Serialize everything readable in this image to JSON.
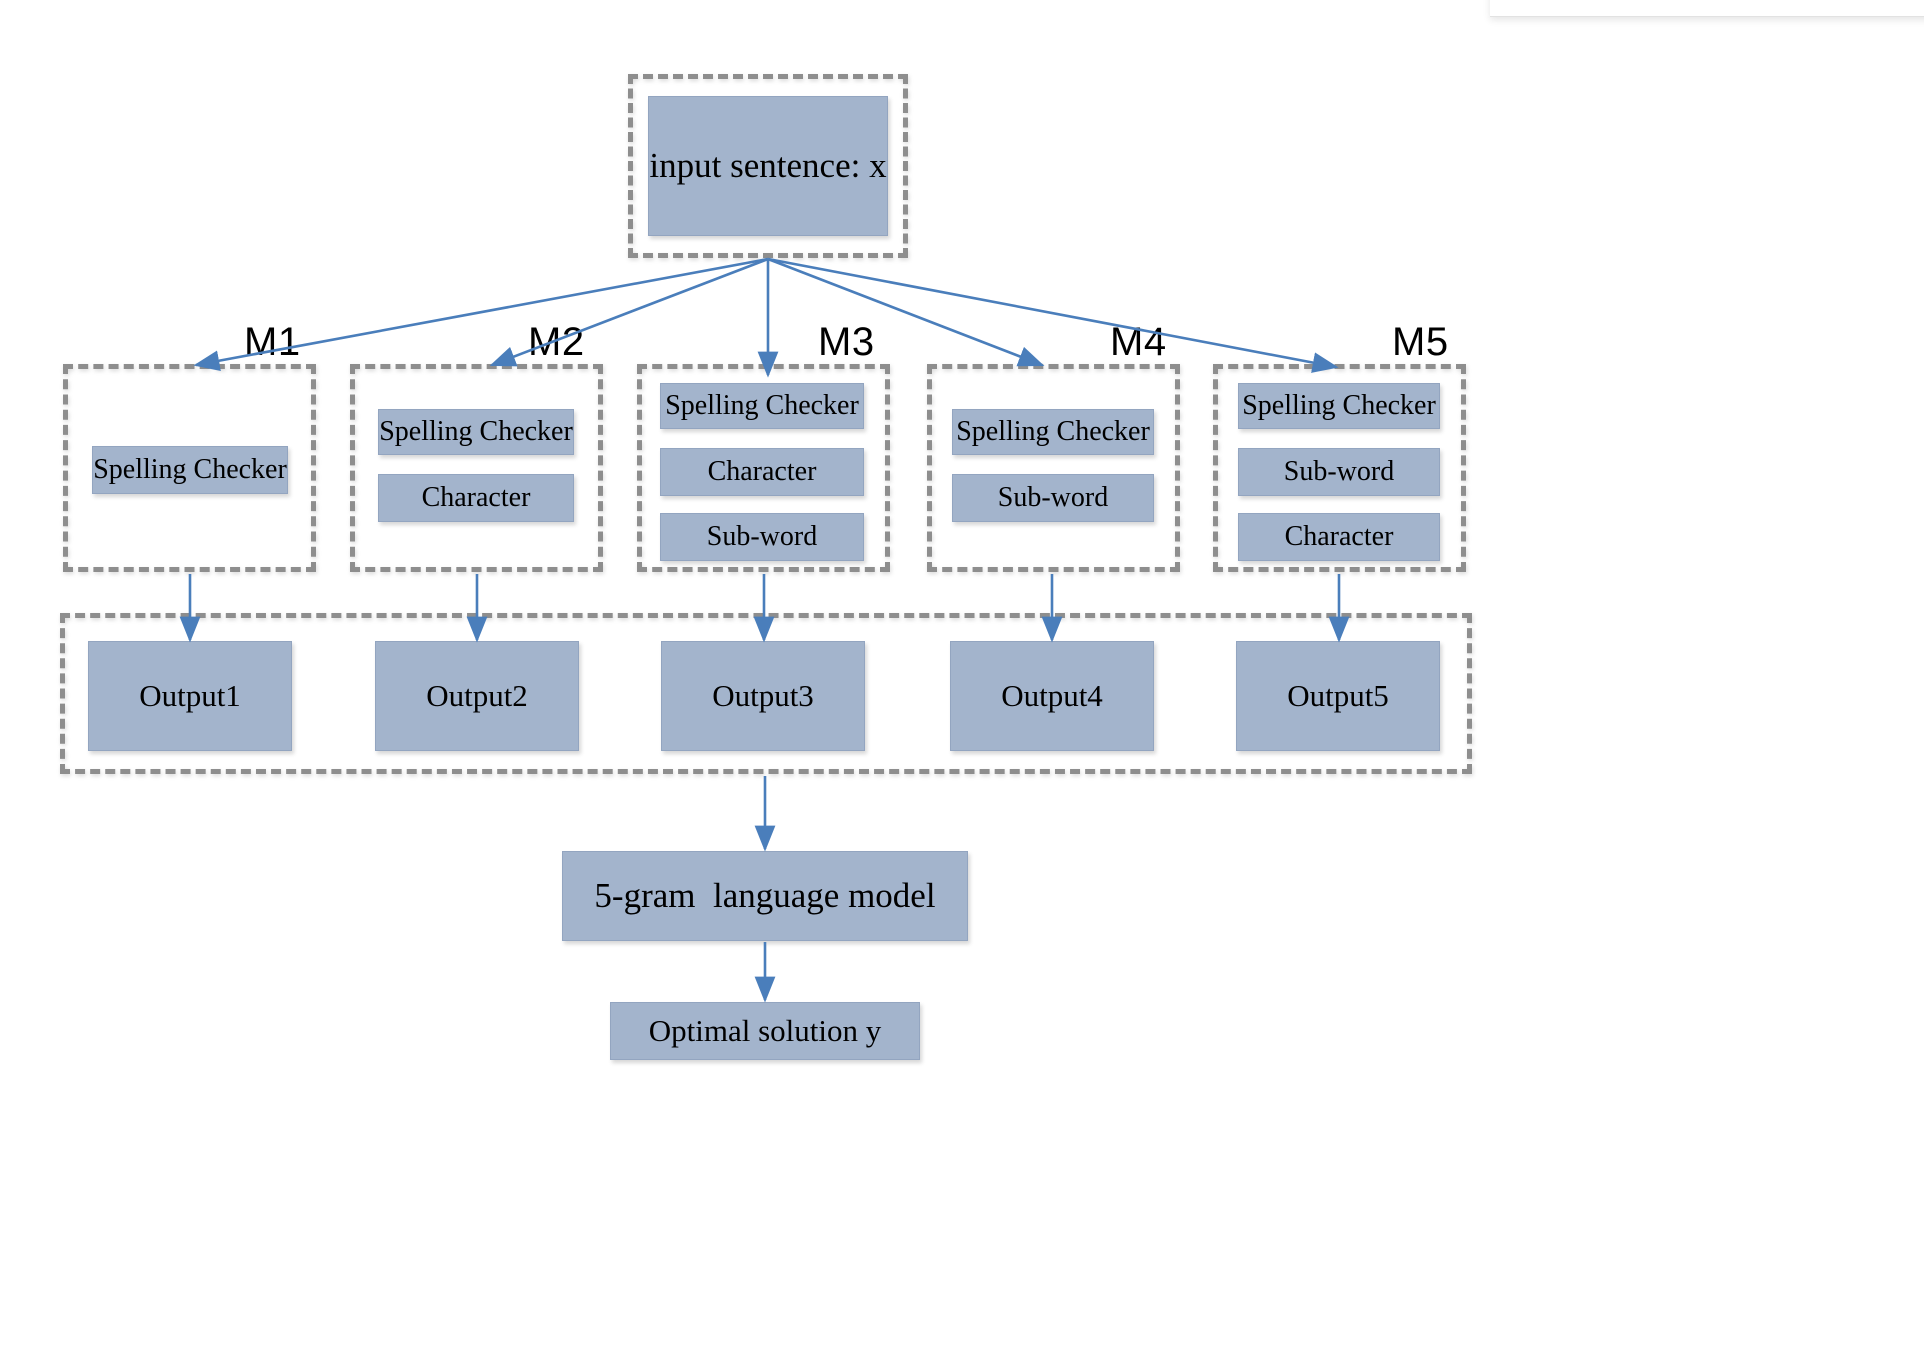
{
  "diagram": {
    "title": "Multi-model spelling correction pipeline",
    "colors": {
      "node_fill": "#a3b4cc",
      "node_border": "#93a5c0",
      "frame_dash": "#8e8e8e",
      "arrow": "#4a7ebb",
      "text": "#000000",
      "background": "#ffffff"
    },
    "input": {
      "label": "input sentence: x"
    },
    "model_group_labels": [
      "M1",
      "M2",
      "M3",
      "M4",
      "M5"
    ],
    "models": [
      {
        "name": "M1",
        "components": [
          "Spelling Checker"
        ]
      },
      {
        "name": "M2",
        "components": [
          "Spelling Checker",
          "Character"
        ]
      },
      {
        "name": "M3",
        "components": [
          "Spelling Checker",
          "Character",
          "Sub-word"
        ]
      },
      {
        "name": "M4",
        "components": [
          "Spelling Checker",
          "Sub-word"
        ]
      },
      {
        "name": "M5",
        "components": [
          "Spelling Checker",
          "Sub-word",
          "Character"
        ]
      }
    ],
    "outputs": [
      "Output1",
      "Output2",
      "Output3",
      "Output4",
      "Output5"
    ],
    "language_model": {
      "label": "5-gram  language model"
    },
    "final": {
      "label": "Optimal solution y"
    }
  }
}
